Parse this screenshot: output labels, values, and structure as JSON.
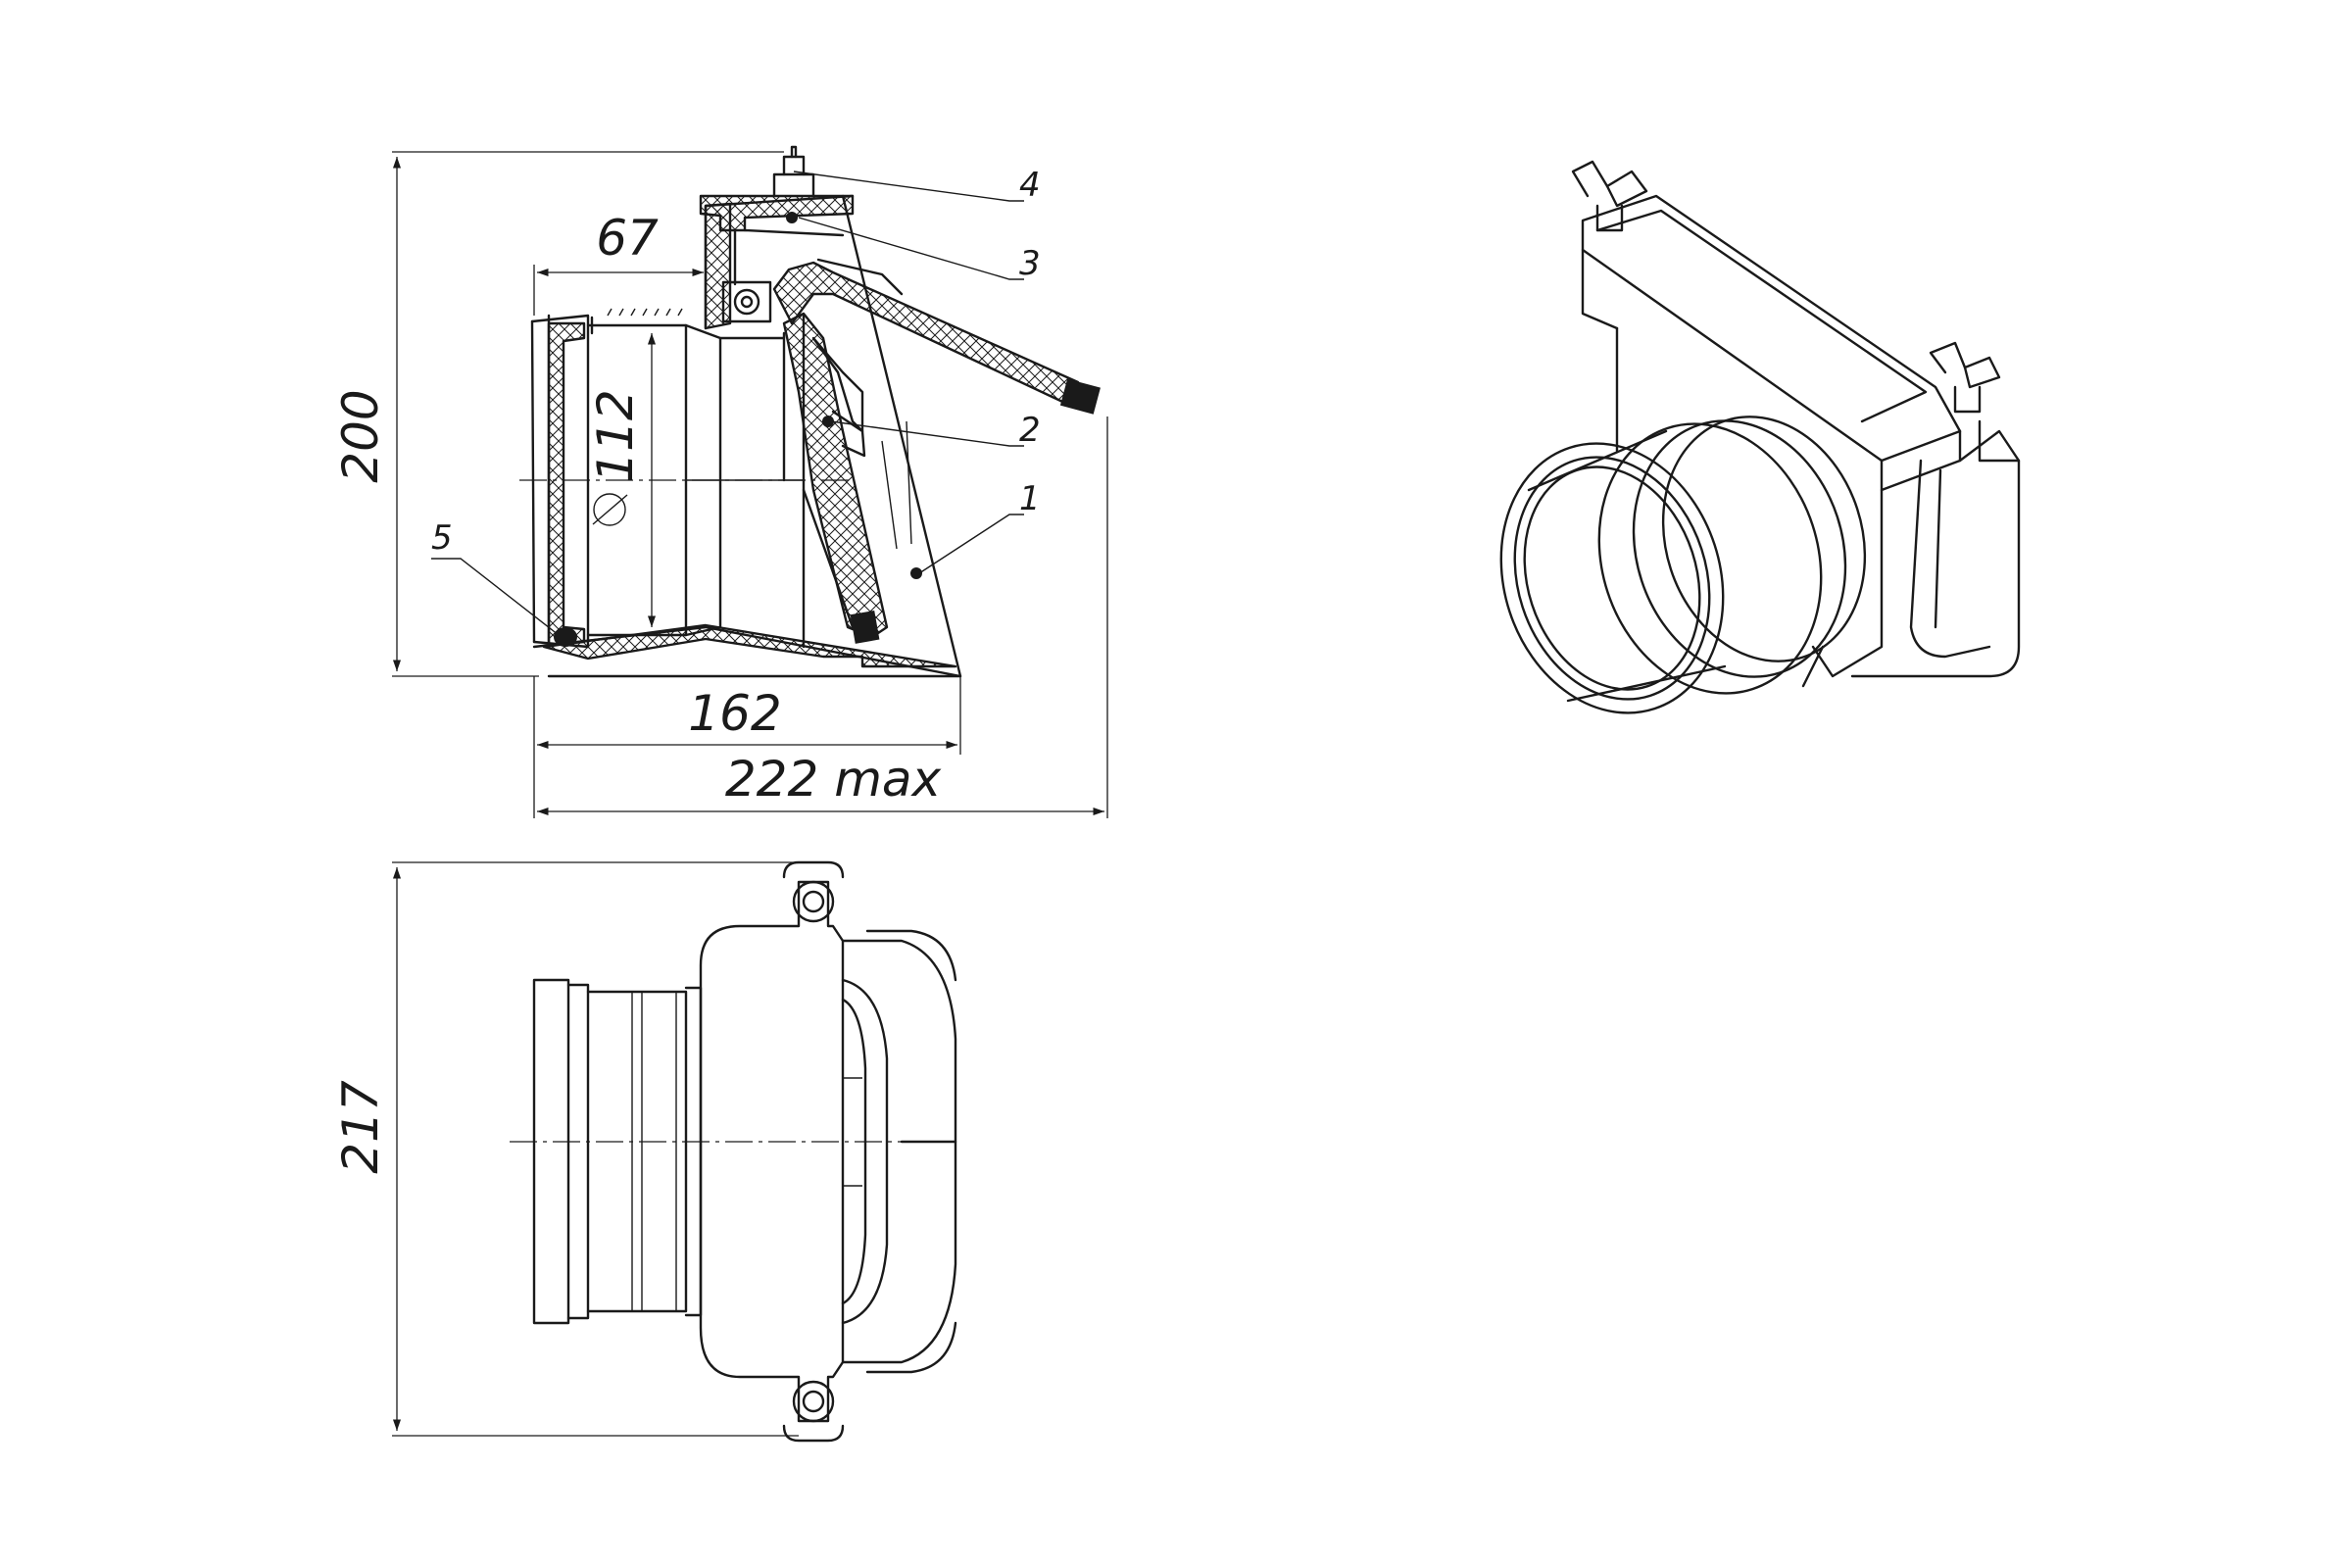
{
  "dimensions": {
    "overall_height": "200",
    "socket_depth": "67",
    "bore_diameter": "112",
    "body_length": "162",
    "max_length": "222 max",
    "plan_width": "217"
  },
  "callouts": {
    "body": "1",
    "flap": "2",
    "cover": "3",
    "wing_nut": "4",
    "seal_ring": "5"
  }
}
